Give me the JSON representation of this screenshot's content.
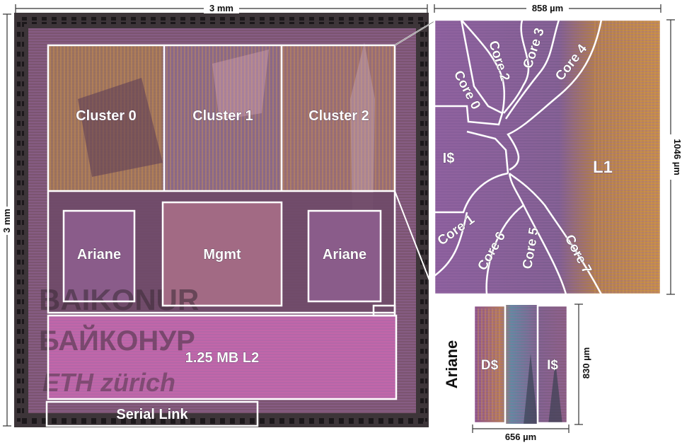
{
  "die": {
    "width_label": "3 mm",
    "height_label": "3 mm",
    "blocks": {
      "cluster0": "Cluster 0",
      "cluster1": "Cluster 1",
      "cluster2": "Cluster 2",
      "ariane_left": "Ariane",
      "mgmt": "Mgmt",
      "ariane_right": "Ariane",
      "l2": "1.25 MB L2",
      "serial": "Serial Link"
    },
    "logo_text": [
      "BAIKONUR",
      "БАЙКОНУР",
      "ETH zürich"
    ]
  },
  "cluster_detail": {
    "width_label": "858 µm",
    "height_label": "1046 µm",
    "regions": {
      "core0": "Core 0",
      "core1": "Core 1",
      "core2": "Core 2",
      "core3": "Core 3",
      "core4": "Core 4",
      "core5": "Core 5",
      "core6": "Core 6",
      "core7": "Core 7",
      "icache": "I$",
      "l1": "L1"
    }
  },
  "ariane_detail": {
    "title": "Ariane",
    "width_label": "656 µm",
    "height_label": "830 µm",
    "regions": {
      "dcache": "D$",
      "icache": "I$"
    }
  },
  "colors": {
    "die_bg": "#7a4f6e",
    "die_edge": "#3b3338",
    "pad": "#2a2428",
    "accent_orange": "#c98a3e",
    "accent_purple": "#8a5a9a",
    "l2_pink": "#c266a9",
    "label_white": "#ffffff"
  }
}
